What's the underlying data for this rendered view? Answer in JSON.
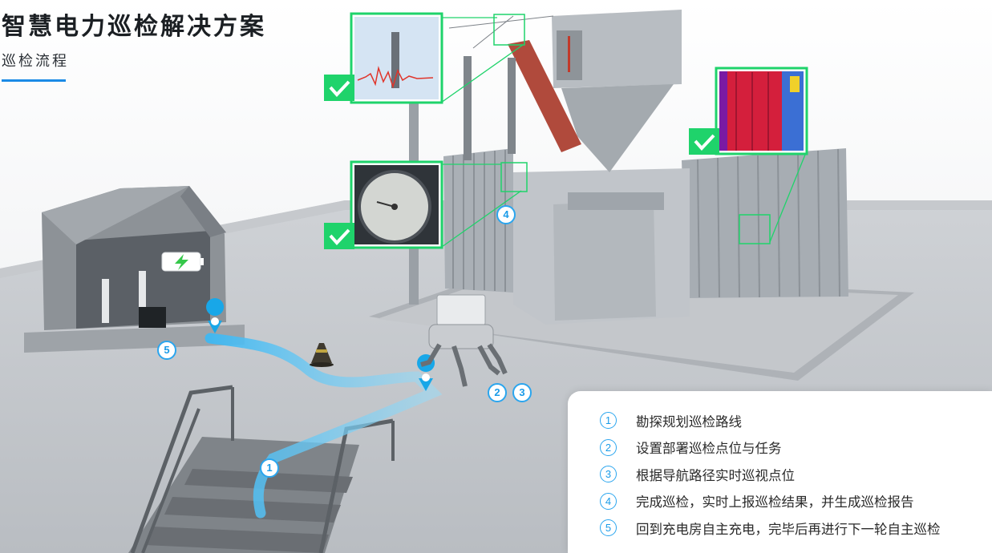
{
  "header": {
    "title": "智慧电力巡检解决方案",
    "subtitle": "巡检流程"
  },
  "scene_markers": {
    "stairs": "1",
    "robot_a": "2",
    "robot_b": "3",
    "transformer": "4",
    "charging_room": "5"
  },
  "steps": [
    {
      "num": "1",
      "text": "勘探规划巡检路线"
    },
    {
      "num": "2",
      "text": "设置部署巡检点位与任务"
    },
    {
      "num": "3",
      "text": "根据导航路径实时巡视点位"
    },
    {
      "num": "4",
      "text": "完成巡检，实时上报巡检结果，并生成巡检报告"
    },
    {
      "num": "5",
      "text": "回到充电房自主充电，完毕后再进行下一轮自主巡检"
    }
  ],
  "colors": {
    "accent_blue": "#1b8be6",
    "check_green": "#1fd36b",
    "path_blue": "#5fc8f5",
    "battery_green": "#35c84a"
  },
  "icons": [
    "location-pin-icon",
    "check-icon",
    "battery-charging-icon",
    "traffic-cone-icon"
  ]
}
